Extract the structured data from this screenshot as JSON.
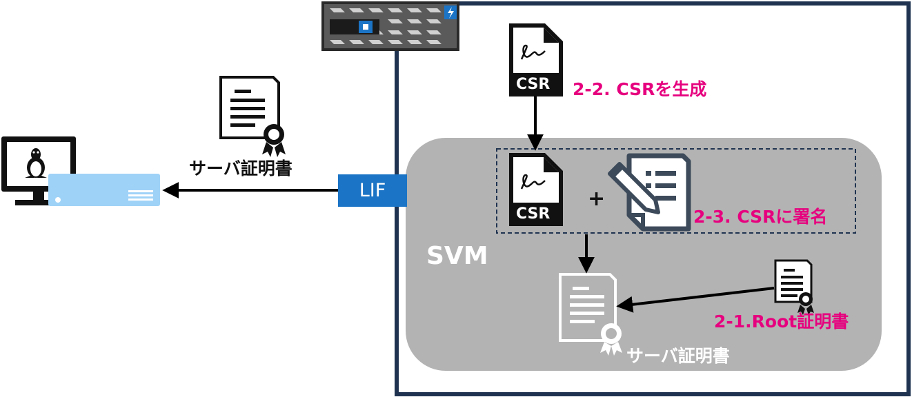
{
  "labels": {
    "generate_csr": "2-2. CSRを生成",
    "sign_csr": "2-3. CSRに署名",
    "root_cert": "2-1.Root証明書",
    "server_cert_client": "サーバ証明書",
    "server_cert_svm": "サーバ証明書",
    "svm": "SVM",
    "lif": "LIF",
    "csr_text_top": "CSR",
    "csr_text_mid": "CSR",
    "plus": "+"
  },
  "icons": {
    "storage": "netapp-storage-array-icon",
    "client": "linux-computer-icon",
    "csr_top": "csr-document-icon",
    "csr_mid": "csr-document-icon",
    "sign": "signing-pencil-icon",
    "cert_client": "certificate-icon",
    "cert_root": "certificate-icon",
    "cert_svm": "certificate-icon"
  },
  "colors": {
    "accent_pink": "#e6007e",
    "lif_blue": "#1b74c5",
    "frame_navy": "#1f3350",
    "svm_gray": "#b3b3b3",
    "nic_blue": "#9fd2f7"
  }
}
